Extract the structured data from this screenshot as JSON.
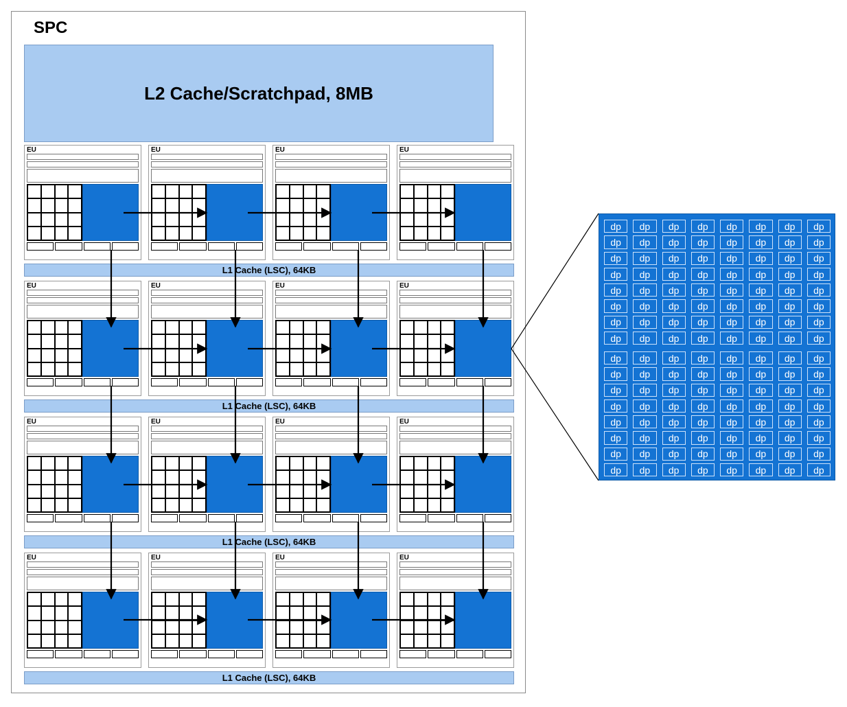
{
  "spc_title": "SPC",
  "l2_label": "L2 Cache/Scratchpad, 8MB",
  "eu_label": "EU",
  "l1_label": "L1 Cache (LSC), 64KB",
  "dp_label": "dp",
  "colors": {
    "cache_fill": "#a9cbf1",
    "matrix_fill": "#1473d3",
    "border": "#8a8a8a",
    "dp_border": "#cfe3fa"
  }
}
